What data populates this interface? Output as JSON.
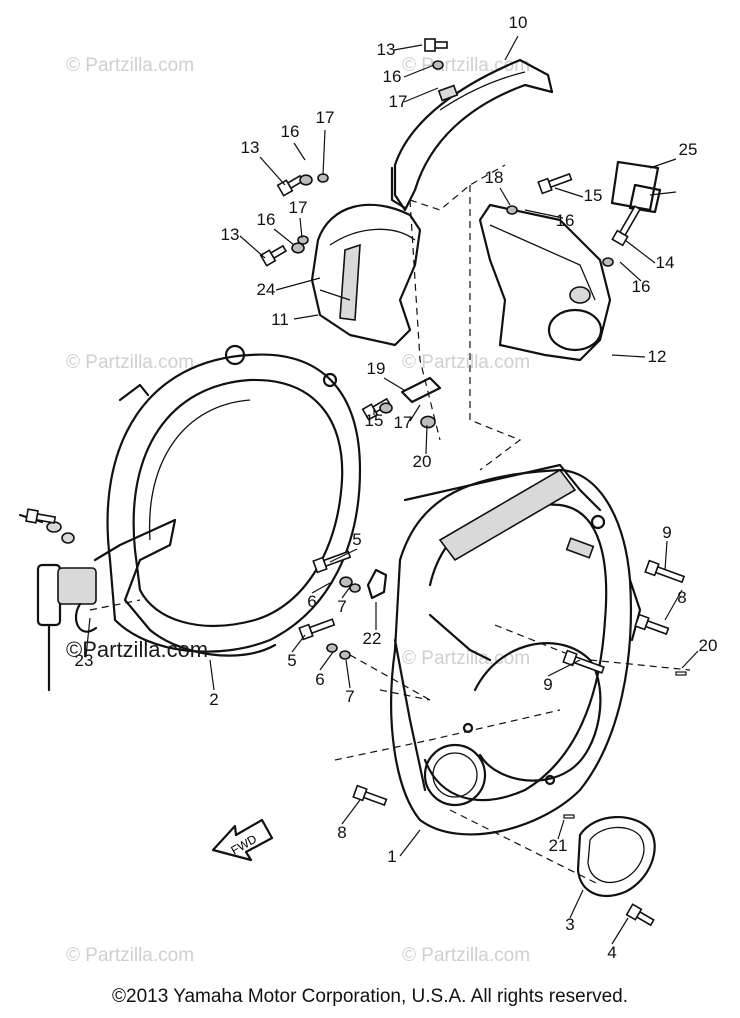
{
  "watermarks": [
    "© Partzilla.com",
    "© Partzilla.com",
    "© Partzilla.com",
    "© Partzilla.com",
    "© Partzilla.com",
    "© Partzilla.com",
    "© Partzilla.com"
  ],
  "watermark_main": "©Partzilla.com",
  "fwd_label": "FWD",
  "callouts": [
    "1",
    "2",
    "3",
    "4",
    "5",
    "5",
    "6",
    "6",
    "7",
    "7",
    "8",
    "8",
    "9",
    "9",
    "10",
    "11",
    "12",
    "13",
    "13",
    "13",
    "14",
    "15",
    "15",
    "16",
    "16",
    "16",
    "16",
    "16",
    "17",
    "17",
    "17",
    "17",
    "18",
    "19",
    "20",
    "20",
    "21",
    "22",
    "23",
    "24",
    "25"
  ],
  "copyright": "©2013  Yamaha Motor Corporation, U.S.A. All rights reserved."
}
